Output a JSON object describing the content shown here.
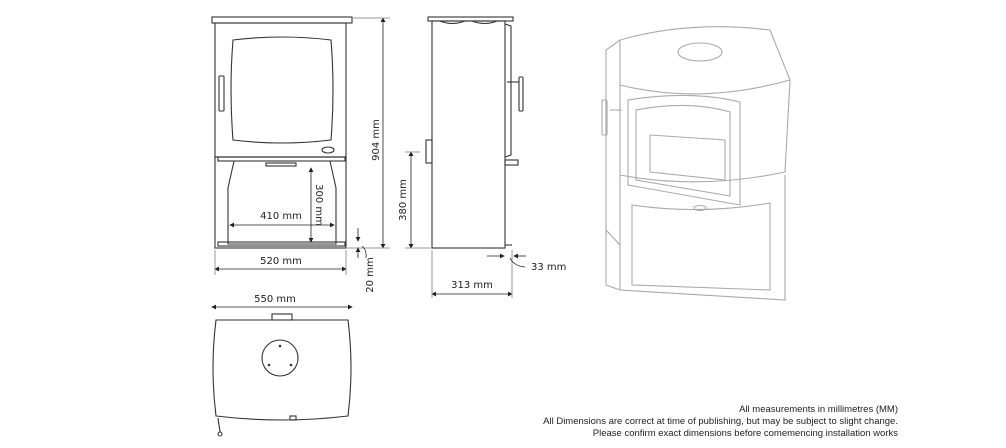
{
  "dimensions": {
    "height_total": "904 mm",
    "stand_opening_height": "300 mm",
    "stand_opening_width": "410 mm",
    "body_width": "520 mm",
    "foot_height": "20 mm",
    "flue_outlet_height": "380 mm",
    "depth": "313 mm",
    "rear_offset": "33 mm",
    "top_width": "550 mm"
  },
  "notes": [
    "All measurements in millimetres (MM)",
    "All Dimensions are correct at time of publishing, but may be subject to slight change.",
    "Please confirm exact dimensions before comemencing installation works"
  ]
}
